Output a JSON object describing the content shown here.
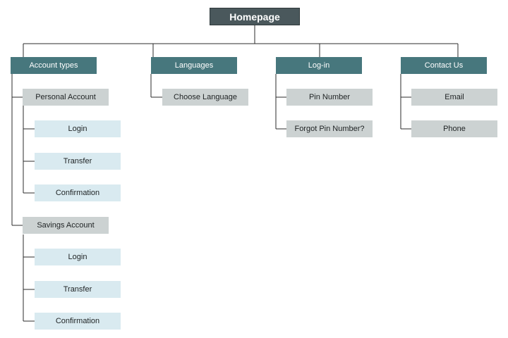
{
  "diagram": {
    "root": "Homepage",
    "categories": [
      {
        "label": "Account types",
        "children": [
          {
            "label": "Personal Account",
            "children": [
              "Login",
              "Transfer",
              "Confirmation"
            ]
          },
          {
            "label": "Savings Account",
            "children": [
              "Login",
              "Transfer",
              "Confirmation"
            ]
          }
        ]
      },
      {
        "label": "Languages",
        "children": [
          {
            "label": "Choose Language"
          }
        ]
      },
      {
        "label": "Log-in",
        "children": [
          {
            "label": "Pin Number"
          },
          {
            "label": "Forgot Pin Number?"
          }
        ]
      },
      {
        "label": "Contact Us",
        "children": [
          {
            "label": "Email"
          },
          {
            "label": "Phone"
          }
        ]
      }
    ]
  },
  "colors": {
    "root_fill": "#4a585c",
    "category_fill": "#47777d",
    "subitem_fill": "#ccd2d2",
    "leaf_fill": "#d9eaf0",
    "connector": "#2b2b2b"
  }
}
